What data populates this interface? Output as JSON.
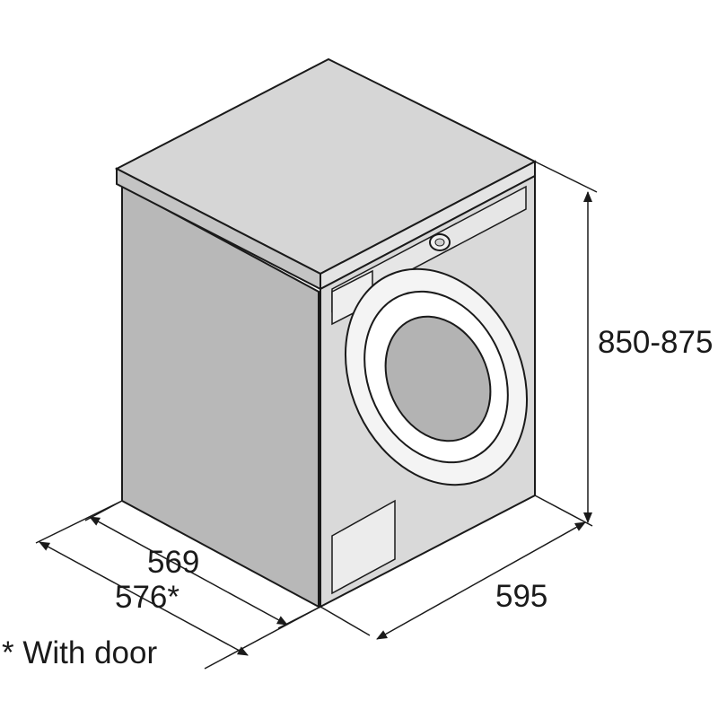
{
  "dimensions": {
    "height": "850-875",
    "width": "595",
    "depth": "569",
    "depth_with_door": "576*"
  },
  "footnote": "* With door",
  "colors": {
    "outline": "#1a1a1a",
    "top_face": "#d6d6d6",
    "side_face": "#b8b8b8",
    "front_face": "#d9d9d9",
    "door_ring": "#f4f4f4",
    "door_glass": "#b3b3b3",
    "panel": "#ececec"
  }
}
